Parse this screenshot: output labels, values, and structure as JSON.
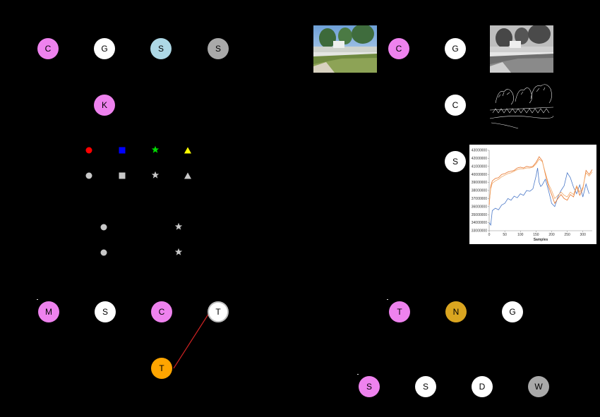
{
  "colors": {
    "violet": "#ee82ee",
    "white": "#ffffff",
    "lightblue": "#add8e6",
    "gray": "#a9a9a9",
    "orange": "#ffa500",
    "goldenrod": "#daa520",
    "edge_red": "#cc2222",
    "blue_series": "#4a78c8",
    "orange_series": "#e8742a",
    "light_orange_series": "#f0a868"
  },
  "nodes": {
    "n_c1": "C",
    "n_g1": "G",
    "n_s1": "S",
    "n_s2": "S",
    "n_k": "K",
    "n_c2": "C",
    "n_g2": "G",
    "n_c3": "C",
    "n_s3": "S",
    "n_m": "M",
    "n_s4": "S",
    "n_c4": "C",
    "n_t1": "T",
    "n_t2": "T",
    "n_t3": "T",
    "n_n": "N",
    "n_g3": "G",
    "n_s5": "S",
    "n_s6": "S",
    "n_d": "D",
    "n_w": "W"
  },
  "legend_glyphs": {
    "row1": [
      {
        "shape": "circle-icon",
        "color": "#ff0000"
      },
      {
        "shape": "square-icon",
        "color": "#0000ff"
      },
      {
        "shape": "star-icon",
        "color": "#00dd00"
      },
      {
        "shape": "triangle-icon",
        "color": "#ffff00"
      }
    ],
    "row2": [
      {
        "shape": "circle-icon",
        "color": "#c8c8c8"
      },
      {
        "shape": "square-icon",
        "color": "#c8c8c8"
      },
      {
        "shape": "star-icon",
        "color": "#c8c8c8"
      },
      {
        "shape": "triangle-icon",
        "color": "#c8c8c8"
      }
    ],
    "row3": [
      {
        "shape": "circle-icon",
        "color": "#c8c8c8"
      },
      {
        "shape": "star-icon",
        "color": "#c8c8c8"
      }
    ],
    "row4": [
      {
        "shape": "circle-icon",
        "color": "#c8c8c8"
      },
      {
        "shape": "star-icon",
        "color": "#c8c8c8"
      }
    ]
  },
  "chart_data": {
    "type": "line",
    "xlabel": "Samples",
    "ylabel": "",
    "xlim": [
      0,
      330
    ],
    "ylim": [
      33000000,
      43000000
    ],
    "x_ticks": [
      0,
      50,
      100,
      150,
      200,
      250,
      300
    ],
    "y_ticks": [
      33000000,
      34000000,
      35000000,
      36000000,
      37000000,
      38000000,
      39000000,
      40000000,
      41000000,
      42000000,
      43000000
    ],
    "y_tick_labels": [
      "33000000",
      "34000000",
      "35000000",
      "36000000",
      "37000000",
      "38000000",
      "39000000",
      "40000000",
      "41000000",
      "42000000",
      "43000000"
    ],
    "series": [
      {
        "color": "#4a78c8",
        "x": [
          0,
          5,
          10,
          20,
          30,
          40,
          50,
          60,
          70,
          80,
          90,
          100,
          110,
          120,
          130,
          140,
          150,
          155,
          160,
          165,
          170,
          180,
          190,
          200,
          210,
          220,
          230,
          240,
          250,
          260,
          270,
          280,
          290,
          300,
          310,
          320
        ],
        "y": [
          34000000,
          33700000,
          35500000,
          35800000,
          35600000,
          36200000,
          36400000,
          37000000,
          36800000,
          37300000,
          37100000,
          37600000,
          37400000,
          38000000,
          37900000,
          38200000,
          39800000,
          40800000,
          39000000,
          38500000,
          38700000,
          39400000,
          38000000,
          36400000,
          36000000,
          37200000,
          38000000,
          38600000,
          40200000,
          39600000,
          38400000,
          37600000,
          38700000,
          37200000,
          38800000,
          37600000
        ]
      },
      {
        "color": "#e8742a",
        "x": [
          0,
          5,
          10,
          20,
          30,
          40,
          50,
          60,
          70,
          80,
          90,
          100,
          110,
          120,
          130,
          140,
          150,
          160,
          170,
          180,
          190,
          200,
          210,
          220,
          230,
          240,
          250,
          260,
          270,
          280,
          290,
          300,
          310,
          320,
          330
        ],
        "y": [
          36200000,
          38500000,
          39200000,
          39500000,
          39600000,
          40000000,
          40100000,
          40300000,
          40400000,
          40500000,
          40800000,
          40900000,
          40800000,
          41000000,
          40900000,
          41000000,
          41500000,
          42200000,
          41700000,
          40000000,
          38500000,
          37500000,
          36400000,
          37000000,
          37500000,
          37000000,
          36800000,
          37500000,
          37200000,
          38500000,
          37400000,
          38200000,
          40500000,
          40000000,
          40600000
        ]
      },
      {
        "color": "#f0a868",
        "x": [
          0,
          5,
          10,
          20,
          30,
          40,
          50,
          60,
          70,
          80,
          90,
          100,
          110,
          120,
          130,
          140,
          150,
          160,
          170,
          180,
          190,
          200,
          210,
          220,
          230,
          240,
          250,
          260,
          270,
          280,
          290,
          300,
          310,
          320,
          330
        ],
        "y": [
          36500000,
          38200000,
          38900000,
          39200000,
          39400000,
          39700000,
          39900000,
          40100000,
          40200000,
          40400000,
          40600000,
          40700000,
          40700000,
          40800000,
          40800000,
          40900000,
          41300000,
          41900000,
          41600000,
          40200000,
          38800000,
          38000000,
          37000000,
          37400000,
          37800000,
          37400000,
          37200000,
          37800000,
          37500000,
          38600000,
          37800000,
          38400000,
          40200000,
          39800000,
          40300000
        ]
      }
    ]
  }
}
